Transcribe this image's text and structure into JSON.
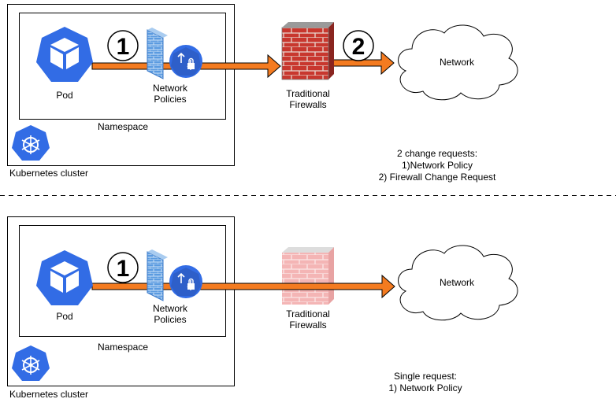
{
  "top": {
    "pod_label": "Pod",
    "netpol_label": "Network\nPolicies",
    "namespace_label": "Namespace",
    "cluster_label": "Kubernetes cluster",
    "firewall_label": "Traditional\nFirewalls",
    "network_label": "Network",
    "step1": "1",
    "step2": "2",
    "note": "2 change requests:\n1)Network Policy\n2) Firewall Change Request"
  },
  "bottom": {
    "pod_label": "Pod",
    "netpol_label": "Network\nPolicies",
    "namespace_label": "Namespace",
    "cluster_label": "Kubernetes cluster",
    "firewall_label": "Traditional\nFirewalls",
    "network_label": "Network",
    "step1": "1",
    "note": "Single request:\n1) Network Policy"
  },
  "colors": {
    "arrow": "#F47B20",
    "k8s_blue": "#326CE5",
    "brick_red": "#C0312B",
    "brick_faded": "#F2B1B1"
  }
}
